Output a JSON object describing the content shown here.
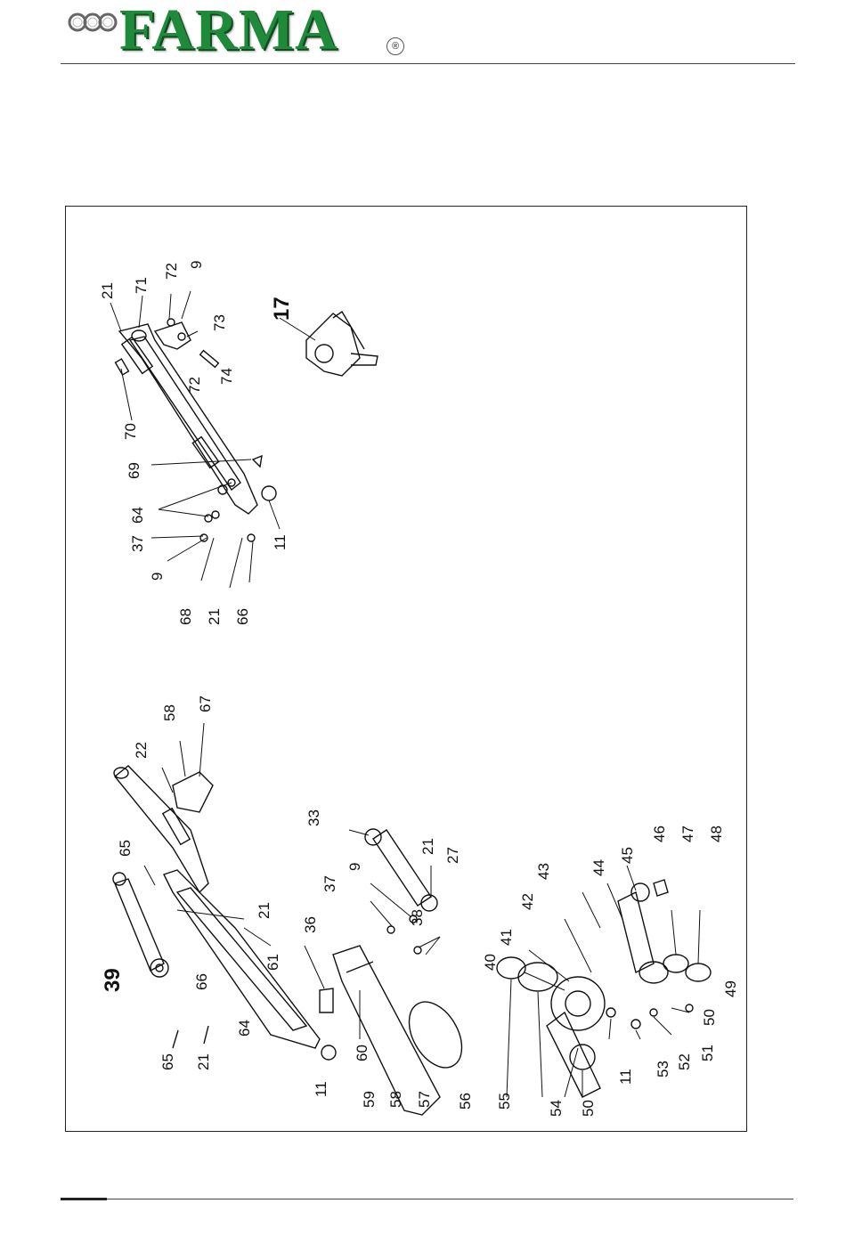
{
  "header": {
    "brand_name": "FARMA",
    "registered_mark": "®",
    "brand_color": "#1f8a3a"
  },
  "diagram": {
    "labels_upper_group": [
      "21",
      "71",
      "72",
      "9",
      "73",
      "72",
      "74",
      "70",
      "69",
      "64",
      "37",
      "9",
      "68",
      "21",
      "66",
      "11",
      "17"
    ],
    "labels_lower_group": [
      "22",
      "58",
      "67",
      "65",
      "21",
      "39",
      "66",
      "65",
      "21",
      "64",
      "61",
      "36",
      "11",
      "33",
      "9",
      "37",
      "21",
      "27",
      "38",
      "60",
      "59",
      "58",
      "57",
      "56",
      "55",
      "40",
      "41",
      "42",
      "43",
      "44",
      "45",
      "46",
      "47",
      "48",
      "49",
      "50",
      "51",
      "52",
      "53",
      "11",
      "54",
      "51",
      "50"
    ]
  }
}
